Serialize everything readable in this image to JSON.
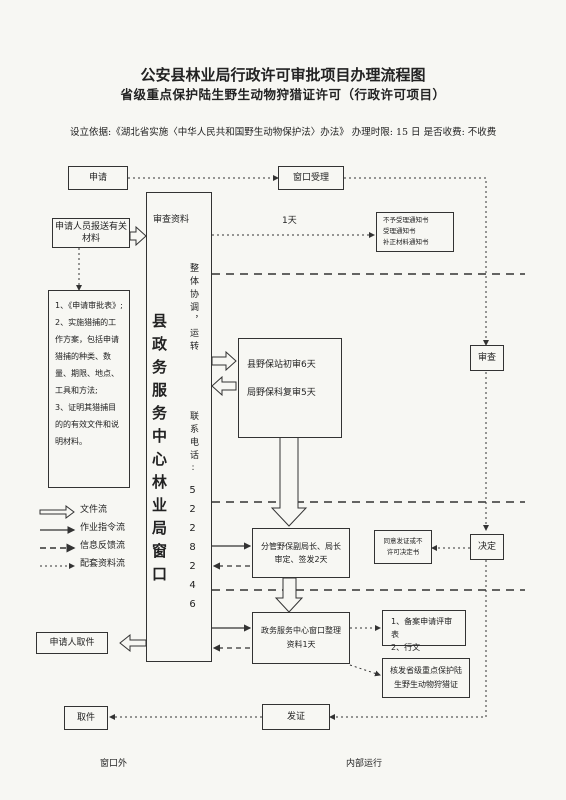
{
  "title": "公安县林业局行政许可审批项目办理流程图",
  "subtitle": "省级重点保护陆生野生动物狩猎证许可（行政许可项目）",
  "basis_line": "设立依据:《湖北省实施〈中华人民共和国野生动物保护法〉办法》 办理时限: 15 日  是否收费: 不收费",
  "nodes": {
    "apply": "申请",
    "window_accept": "窗口受理",
    "applicant_submit": "申请人员报送有关材料",
    "review_materials": "审查资料",
    "one_day": "1天",
    "notices": [
      "不予受理通知书",
      "受理通知书",
      "补正材料通知书"
    ],
    "requirements": [
      "1、《申请审批表》;",
      "2、实施猎捕的工作方案，包括申请猎捕的种类、数量、期限、地点、工具和方法;",
      "3、证明其猎捕目的的有效文件和说明材料。"
    ],
    "center_name": "县政务服务中心林业局窗口",
    "coordination": "整体协调，运转",
    "phone_label": "联系电话:",
    "phone": "5228246",
    "station_review": "县野保站初审6天",
    "bureau_review": "局野保科复审5天",
    "check": "审查",
    "leader_review": "分管野保副局长、局长审定、签发2天",
    "disagree": "同意发证或不许可决定书",
    "decision": "决定",
    "window_sort": "政务服务中心窗口整理资料1天",
    "archive": [
      "1、备案申请评审表",
      "2、行文"
    ],
    "issue_cert": "核发省级重点保护陆生野生动物狩猎证",
    "applicant_collect": "申请人取件",
    "collect": "取件",
    "issue": "发证",
    "outside_window": "窗口外",
    "internal": "内部运行"
  },
  "legend": [
    "文件流",
    "作业指令流",
    "信息反馈流",
    "配套资料流"
  ]
}
